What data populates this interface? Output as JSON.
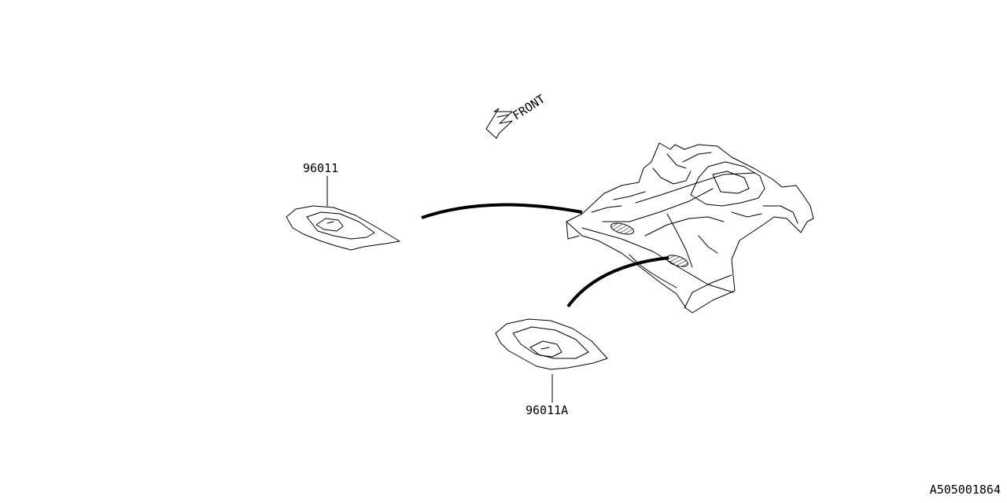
{
  "diagram": {
    "direction_label": "FRONT",
    "parts": [
      {
        "part_number": "96011"
      },
      {
        "part_number": "96011A"
      }
    ],
    "illustration_id": "A505001864"
  }
}
